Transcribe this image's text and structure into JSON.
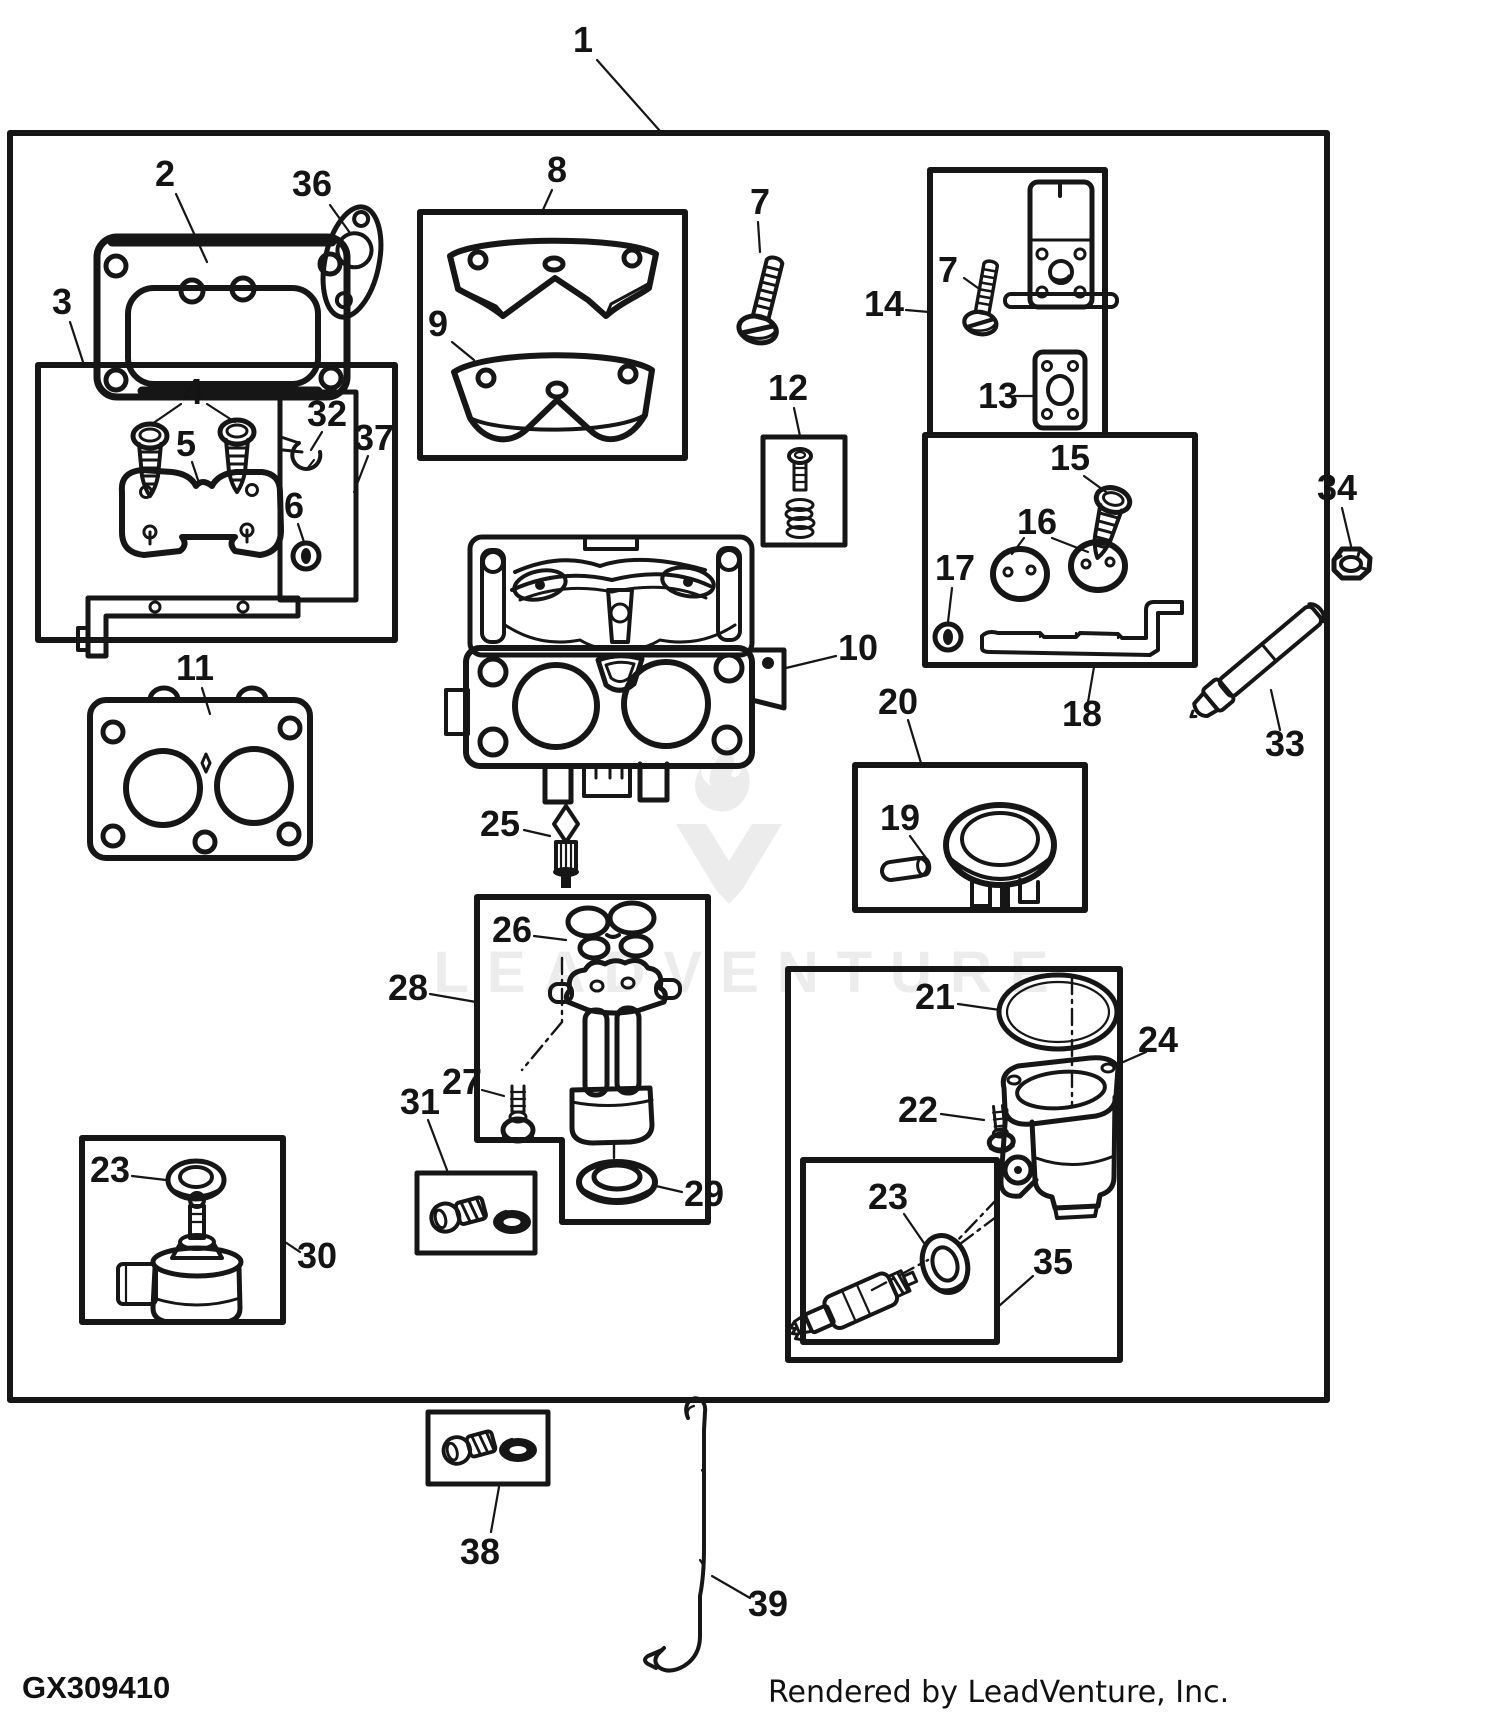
{
  "diagram": {
    "drawing_number": "GX309410",
    "credit": "Rendered by LeadVenture, Inc.",
    "watermark_text": "LEADVENTURE"
  },
  "colors": {
    "ink": "#161616",
    "background": "#ffffff",
    "watermark": "#ececec"
  },
  "callouts": {
    "c1": "1",
    "c2": "2",
    "c3": "3",
    "c4": "4",
    "c5": "5",
    "c6": "6",
    "c7a": "7",
    "c7b": "7",
    "c8": "8",
    "c9": "9",
    "c10": "10",
    "c11": "11",
    "c12": "12",
    "c13": "13",
    "c14": "14",
    "c15": "15",
    "c16": "16",
    "c17": "17",
    "c18": "18",
    "c19": "19",
    "c20": "20",
    "c21": "21",
    "c22": "22",
    "c23a": "23",
    "c23b": "23",
    "c24": "24",
    "c25": "25",
    "c26": "26",
    "c27": "27",
    "c28": "28",
    "c29": "29",
    "c30": "30",
    "c31": "31",
    "c32": "32",
    "c33": "33",
    "c34": "34",
    "c35": "35",
    "c36": "36",
    "c37": "37",
    "c38": "38",
    "c39": "39"
  }
}
